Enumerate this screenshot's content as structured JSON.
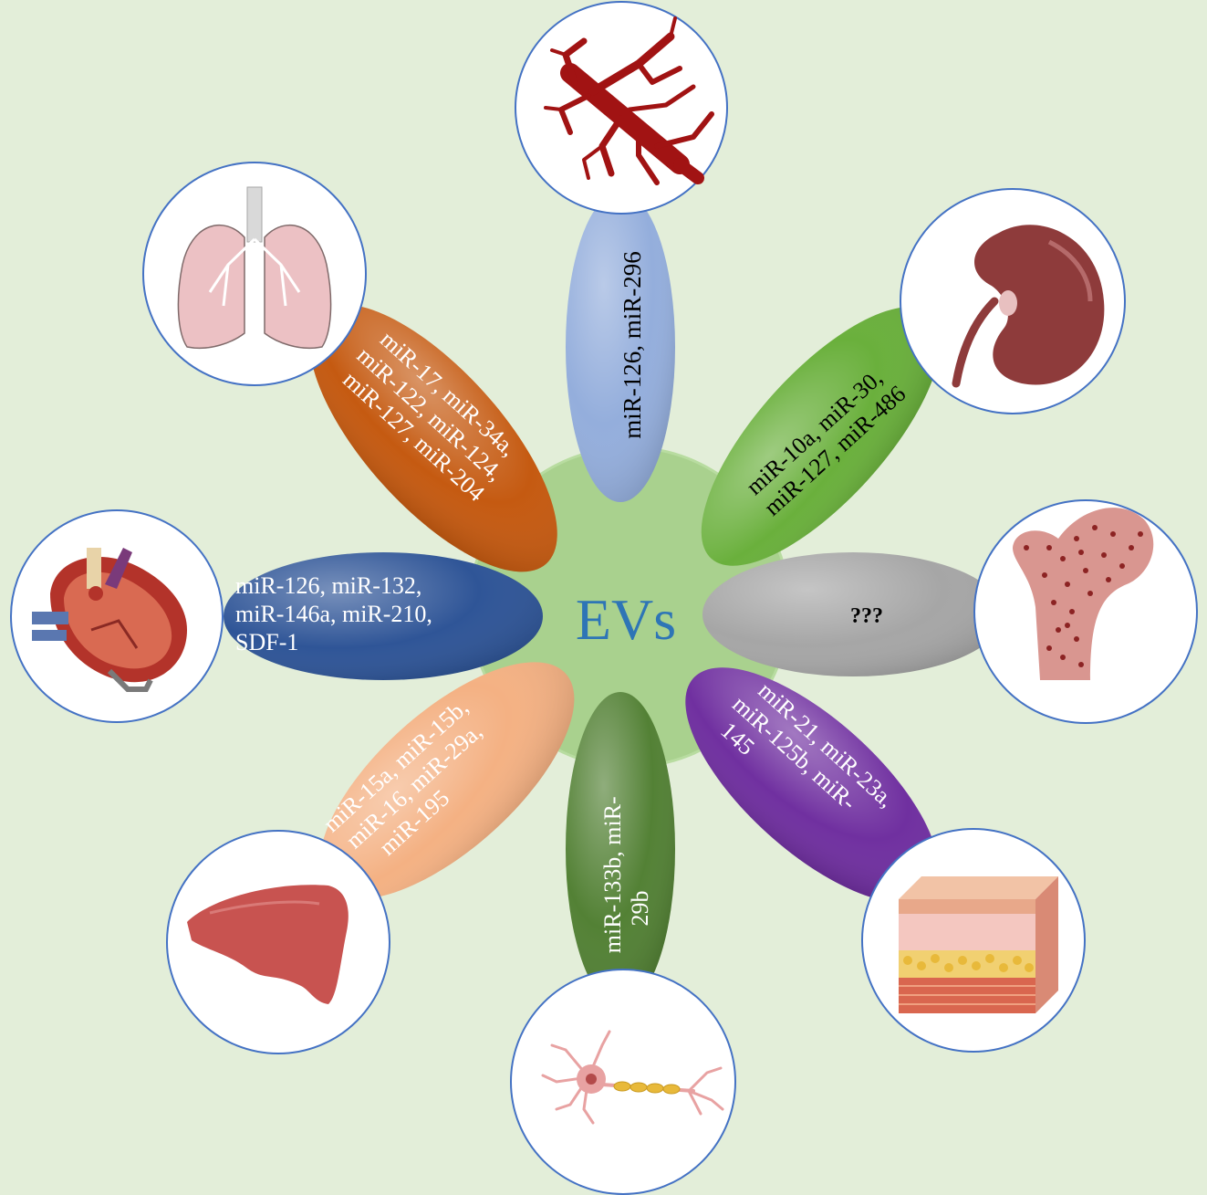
{
  "center": {
    "label": "EVs"
  },
  "colors": {
    "background": "#e3eed9",
    "center_fill": "#a9d18e",
    "center_text": "#2e75b6",
    "circle_border": "#4472c4",
    "vessel": "#a11313",
    "kidney": "#8e3b3b",
    "bone": "#d99690",
    "bone_dots": "#8c2323",
    "heart": "#b3332a",
    "lung": "#ecc1c4",
    "liver": "#c85350",
    "neuron": "#e8a2a2",
    "myelin": "#e8b93a",
    "skin_top": "#e8a88a",
    "skin_fat": "#f1d071"
  },
  "petals": [
    {
      "id": "vessel",
      "icon": "blood-vessel-icon",
      "color": "#94aedc",
      "text_color": "#000000",
      "lines": [
        "miR-126, miR-296"
      ]
    },
    {
      "id": "kidney",
      "icon": "kidney-icon",
      "color": "#6ab03c",
      "text_color": "#000000",
      "lines": [
        "miR-10a, miR-30,",
        "miR-127, miR-486"
      ]
    },
    {
      "id": "bone",
      "icon": "bone-icon",
      "color": "#a6a6a6",
      "text_color": "#000000",
      "lines": [
        "???"
      ]
    },
    {
      "id": "skin",
      "icon": "skin-icon",
      "color": "#7030a0",
      "text_color": "#ffffff",
      "lines": [
        "miR-21, miR-23a,",
        "miR-125b, miR-",
        "145"
      ]
    },
    {
      "id": "neuron",
      "icon": "neuron-icon",
      "color": "#538135",
      "text_color": "#ffffff",
      "lines": [
        "miR-133b, miR-",
        "29b"
      ]
    },
    {
      "id": "liver",
      "icon": "liver-icon",
      "color": "#f4b183",
      "text_color": "#ffffff",
      "lines": [
        "miR-15a, miR-15b,",
        "miR-16, miR-29a,",
        "miR-195"
      ]
    },
    {
      "id": "heart",
      "icon": "heart-icon",
      "color": "#2f5597",
      "text_color": "#ffffff",
      "lines": [
        "miR-126, miR-132,",
        "miR-146a, miR-210,",
        "SDF-1"
      ]
    },
    {
      "id": "lung",
      "icon": "lung-icon",
      "color": "#c55a11",
      "text_color": "#ffffff",
      "lines": [
        "miR-17, miR-34a,",
        "miR-122, miR-124,",
        "miR-127, miR-204"
      ]
    }
  ]
}
